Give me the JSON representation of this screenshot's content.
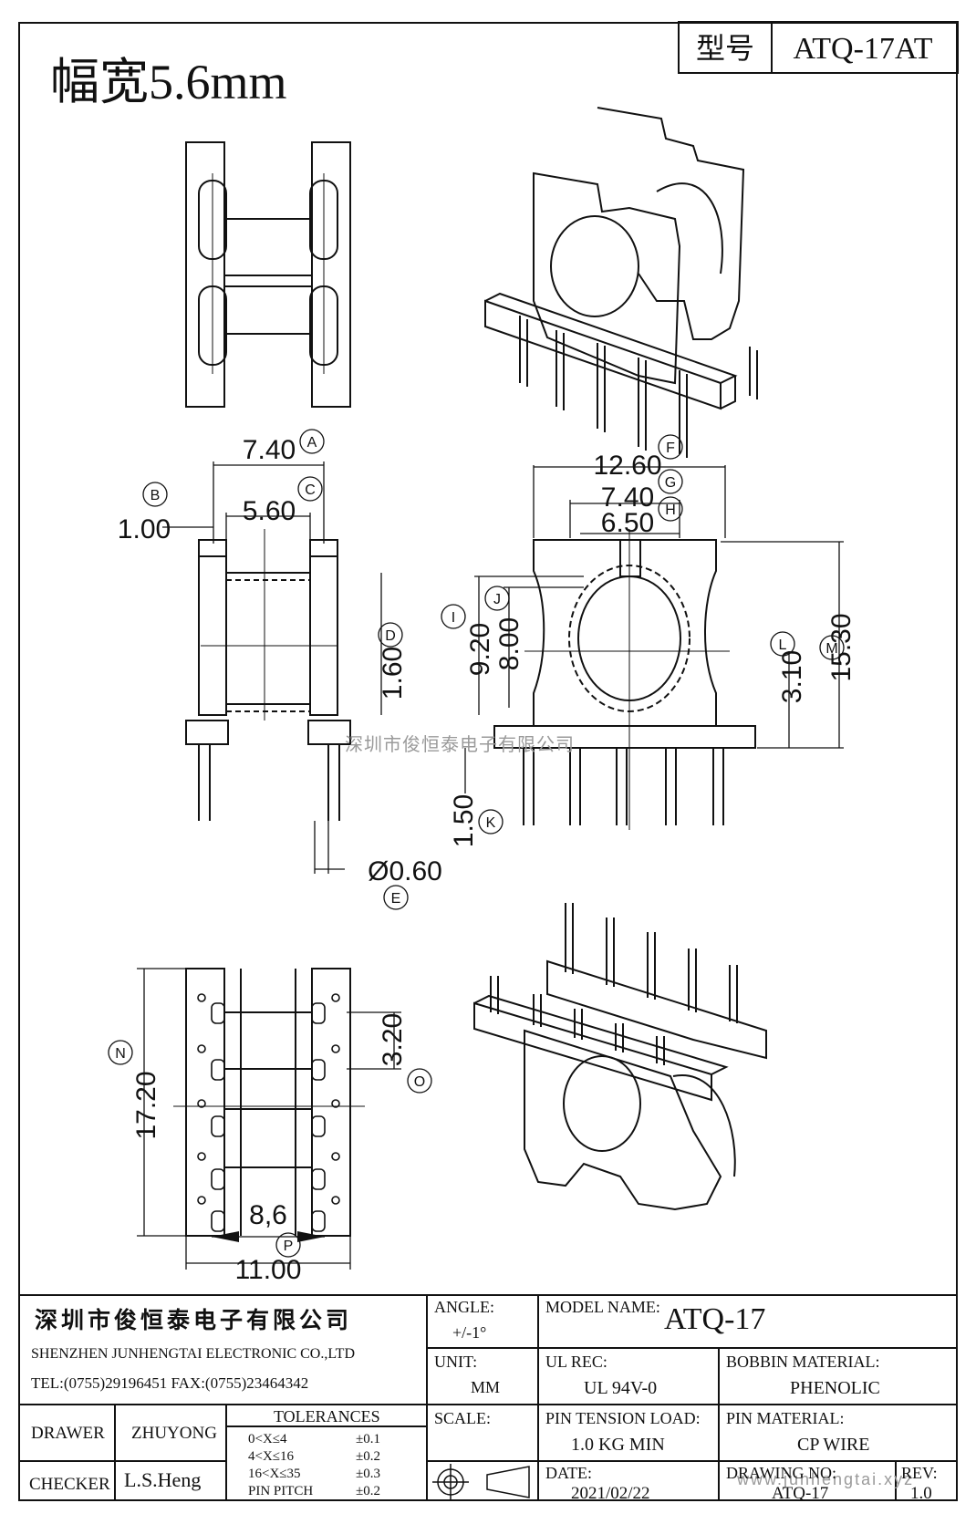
{
  "header": {
    "model_label": "型号",
    "model_code": "ATQ-17AT",
    "width_note": "幅宽5.6mm"
  },
  "dimensions": {
    "a": "7.40",
    "a_tag": "A",
    "b": "1.00",
    "b_tag": "B",
    "c": "5.60",
    "c_tag": "C",
    "d": "1.60",
    "d_tag": "D",
    "e": "Ø0.60",
    "e_tag": "E",
    "f": "12.60",
    "f_tag": "F",
    "g": "7.40",
    "g_tag": "G",
    "h": "6.50",
    "h_tag": "H",
    "i": "9.20",
    "i_tag": "I",
    "j": "8.00",
    "j_tag": "J",
    "k": "1.50",
    "k_tag": "K",
    "l": "3.10",
    "l_tag": "L",
    "m": "15.30",
    "m_tag": "M",
    "n": "17.20",
    "n_tag": "N",
    "o": "3.20",
    "o_tag": "O",
    "p": "8,6",
    "p_tag": "P",
    "q": "11.00"
  },
  "watermark": {
    "center": "深圳市俊恒泰电子有限公司",
    "corner": "www.junhengtai.xyz"
  },
  "title_block": {
    "company_cn": "深圳市俊恒泰电子有限公司",
    "company_en": "SHENZHEN JUNHENGTAI ELECTRONIC CO.,LTD",
    "contact": "TEL:(0755)29196451 FAX:(0755)23464342",
    "angle_label": "ANGLE:",
    "angle_value": "+/-1°",
    "model_name_label": "MODEL NAME:",
    "model_name_value": "ATQ-17",
    "unit_label": "UNIT:",
    "unit_value": "MM",
    "ul_label": "UL REC:",
    "ul_value": "UL 94V-0",
    "bobbin_label": "BOBBIN MATERIAL:",
    "bobbin_value": "PHENOLIC",
    "drawer_label": "DRAWER",
    "drawer_value": "ZHUYONG",
    "tolerances_label": "TOLERANCES",
    "tolerances": [
      {
        "range": "0<X≤4",
        "value": "±0.1"
      },
      {
        "range": "4<X≤16",
        "value": "±0.2"
      },
      {
        "range": "16<X≤35",
        "value": "±0.3"
      },
      {
        "range": "PIN PITCH",
        "value": "±0.2"
      }
    ],
    "scale_label": "SCALE:",
    "pin_tension_label": "PIN TENSION LOAD:",
    "pin_tension_value": "1.0 KG MIN",
    "pin_material_label": "PIN MATERIAL:",
    "pin_material_value": "CP WIRE",
    "checker_label": "CHECKER",
    "checker_value": "L.S.Heng",
    "date_label": "DATE:",
    "date_value": "2021/02/22",
    "drawing_no_label": "DRAWING NO:",
    "drawing_no_value": "ATQ-17",
    "rev_label": "REV:",
    "rev_value": "1.0"
  }
}
